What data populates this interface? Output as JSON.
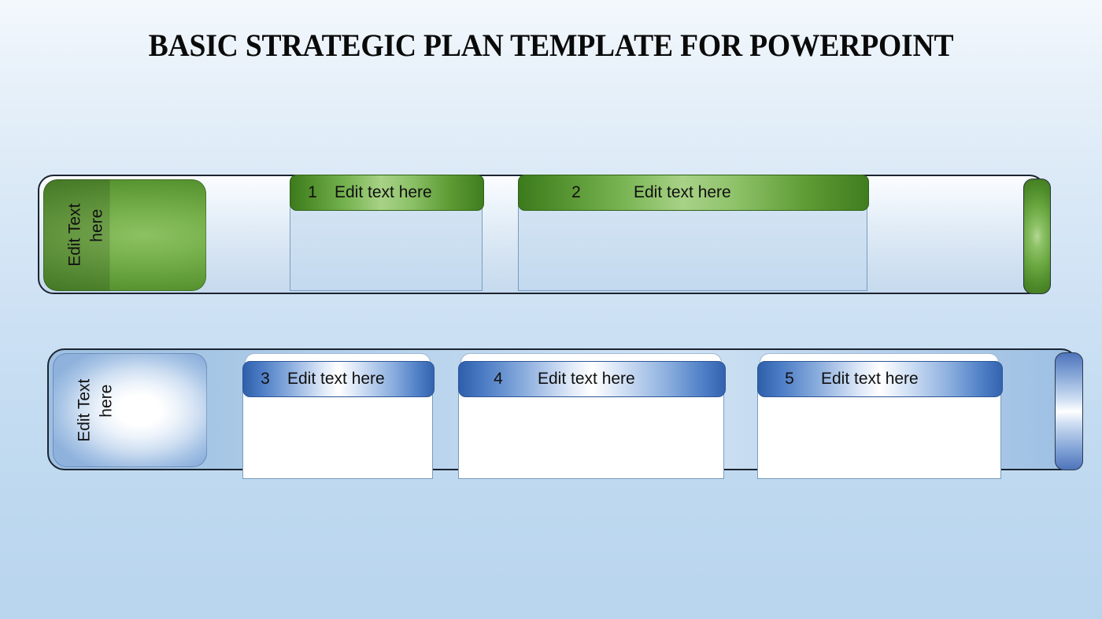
{
  "slide": {
    "title": "BASIC STRATEGIC PLAN TEMPLATE FOR POWERPOINT",
    "background_top_color": "#f3f8fc",
    "background_bottom_color": "#b9d5ee"
  },
  "rows": [
    {
      "id": "green-row",
      "accent_color": "#5e9a36",
      "tab": {
        "line1": "Edit Text",
        "line2": "here"
      },
      "cards": [
        {
          "number": "1",
          "label": "Edit text  here"
        },
        {
          "number": "2",
          "label": "Edit text  here"
        }
      ]
    },
    {
      "id": "blue-row",
      "accent_color": "#4a7bc4",
      "tab": {
        "line1": "Edit Text",
        "line2": "here"
      },
      "cards": [
        {
          "number": "3",
          "label": "Edit text  here"
        },
        {
          "number": "4",
          "label": "Edit text  here"
        },
        {
          "number": "5",
          "label": "Edit text  here"
        }
      ]
    }
  ]
}
